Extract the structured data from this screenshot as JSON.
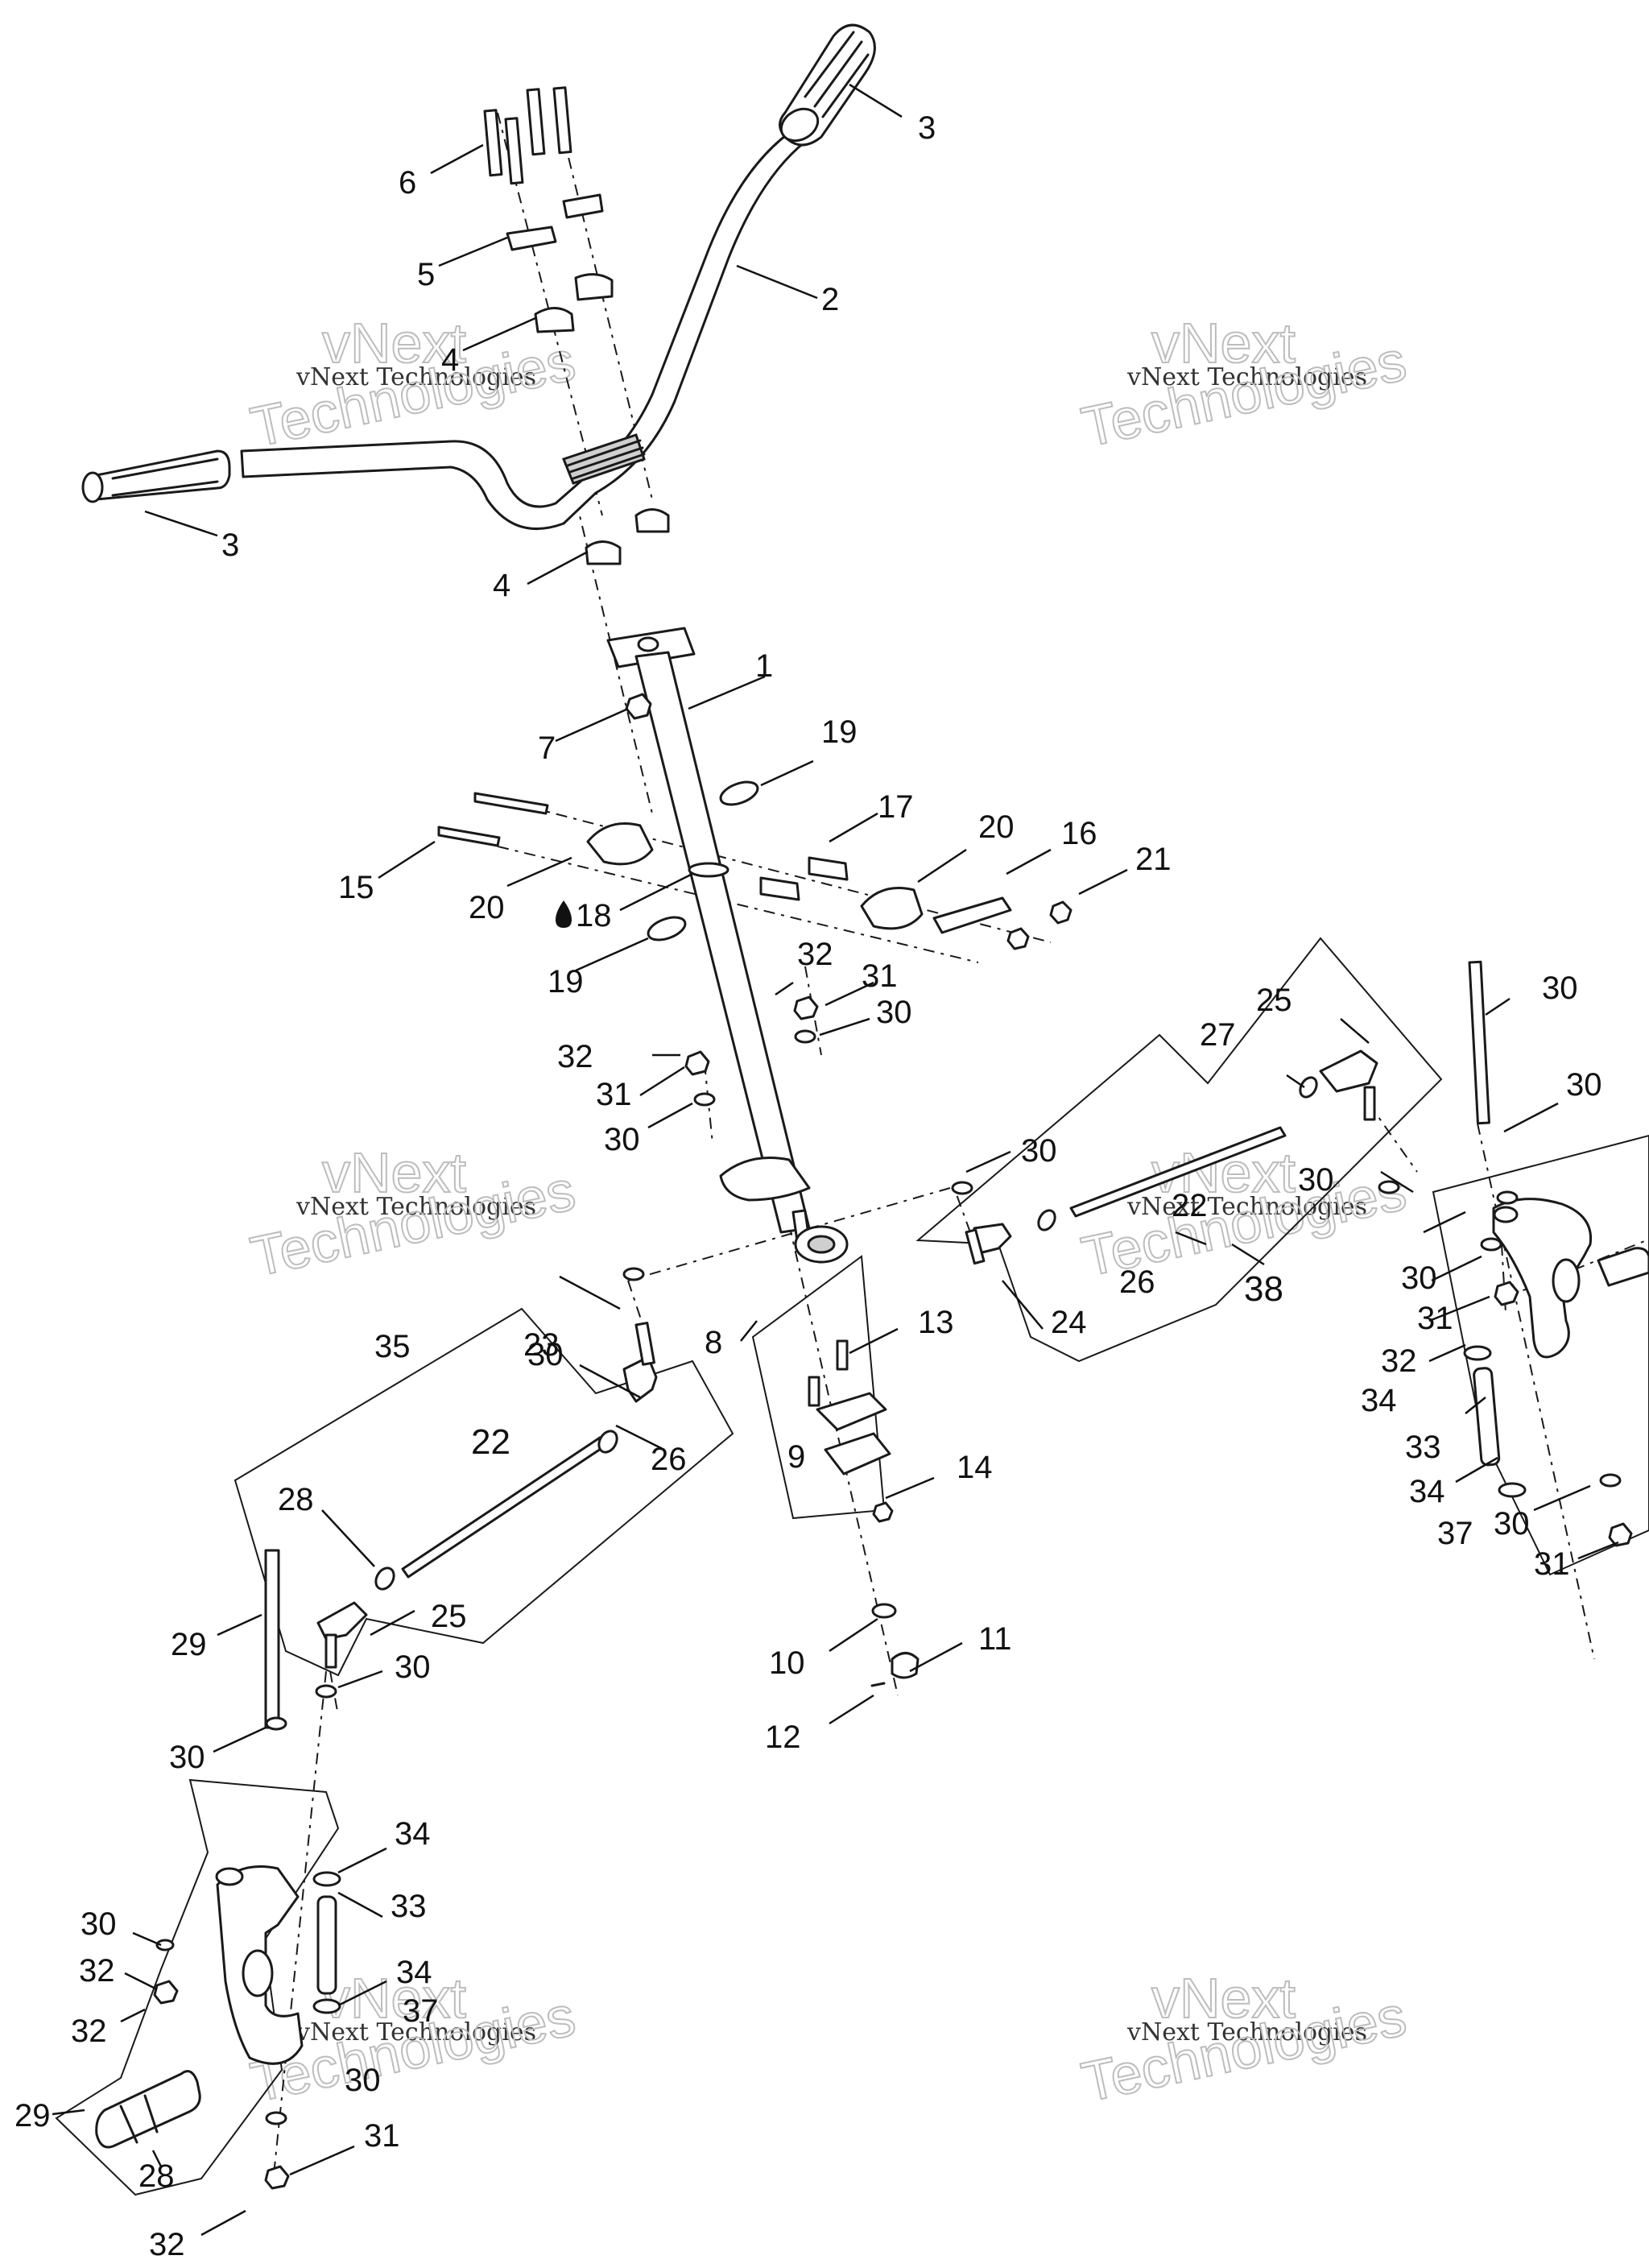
{
  "watermark": {
    "brand": "vNext",
    "small_text": "vNext Technologies",
    "big_text": "Technologies"
  },
  "callouts": [
    {
      "id": "c1",
      "text": "1"
    },
    {
      "id": "c2",
      "text": "2"
    },
    {
      "id": "c3a",
      "text": "3"
    },
    {
      "id": "c3b",
      "text": "3"
    },
    {
      "id": "c4a",
      "text": "4"
    },
    {
      "id": "c4b",
      "text": "4"
    },
    {
      "id": "c5",
      "text": "5"
    },
    {
      "id": "c6",
      "text": "6"
    },
    {
      "id": "c7",
      "text": "7"
    },
    {
      "id": "c8",
      "text": "8"
    },
    {
      "id": "c9",
      "text": "9"
    },
    {
      "id": "c10",
      "text": "10"
    },
    {
      "id": "c11",
      "text": "11"
    },
    {
      "id": "c12",
      "text": "12"
    },
    {
      "id": "c13",
      "text": "13"
    },
    {
      "id": "c14",
      "text": "14"
    },
    {
      "id": "c15",
      "text": "15"
    },
    {
      "id": "c16",
      "text": "16"
    },
    {
      "id": "c17",
      "text": "17"
    },
    {
      "id": "c18",
      "text": "18"
    },
    {
      "id": "c19a",
      "text": "19"
    },
    {
      "id": "c19b",
      "text": "19"
    },
    {
      "id": "c20a",
      "text": "20"
    },
    {
      "id": "c20b",
      "text": "20"
    },
    {
      "id": "c21",
      "text": "21"
    },
    {
      "id": "c22a",
      "text": "22"
    },
    {
      "id": "c22b",
      "text": "22"
    },
    {
      "id": "c23a",
      "text": "23"
    },
    {
      "id": "c23b",
      "text": "23"
    },
    {
      "id": "c24a",
      "text": "24"
    },
    {
      "id": "c24b",
      "text": "24"
    },
    {
      "id": "c25a",
      "text": "25"
    },
    {
      "id": "c25b",
      "text": "25"
    },
    {
      "id": "c26a",
      "text": "26"
    },
    {
      "id": "c26b",
      "text": "26"
    },
    {
      "id": "c27",
      "text": "27"
    },
    {
      "id": "c28",
      "text": "28"
    },
    {
      "id": "c29a",
      "text": "29"
    },
    {
      "id": "c29b",
      "text": "29"
    },
    {
      "id": "c30a",
      "text": "30"
    },
    {
      "id": "c30b",
      "text": "30"
    },
    {
      "id": "c30c",
      "text": "30"
    },
    {
      "id": "c30d",
      "text": "30"
    },
    {
      "id": "c30e",
      "text": "30"
    },
    {
      "id": "c30f",
      "text": "30"
    },
    {
      "id": "c30g",
      "text": "30"
    },
    {
      "id": "c30h",
      "text": "30"
    },
    {
      "id": "c30i",
      "text": "30"
    },
    {
      "id": "c30j",
      "text": "30"
    },
    {
      "id": "c30k",
      "text": "30"
    },
    {
      "id": "c30l",
      "text": "30"
    },
    {
      "id": "c30m",
      "text": "30"
    },
    {
      "id": "c31a",
      "text": "31"
    },
    {
      "id": "c31b",
      "text": "31"
    },
    {
      "id": "c31c",
      "text": "31"
    },
    {
      "id": "c31d",
      "text": "31"
    },
    {
      "id": "c31e",
      "text": "31"
    },
    {
      "id": "c32a",
      "text": "32"
    },
    {
      "id": "c32b",
      "text": "32"
    },
    {
      "id": "c32c",
      "text": "32"
    },
    {
      "id": "c32d",
      "text": "32"
    },
    {
      "id": "c32e",
      "text": "32"
    },
    {
      "id": "c33a",
      "text": "33"
    },
    {
      "id": "c33b",
      "text": "33"
    },
    {
      "id": "c34a",
      "text": "34"
    },
    {
      "id": "c34b",
      "text": "34"
    },
    {
      "id": "c34c",
      "text": "34"
    },
    {
      "id": "c34d",
      "text": "34"
    },
    {
      "id": "c35",
      "text": "35"
    },
    {
      "id": "c37a",
      "text": "37"
    },
    {
      "id": "c37b",
      "text": "37"
    },
    {
      "id": "c38",
      "text": "38"
    }
  ]
}
